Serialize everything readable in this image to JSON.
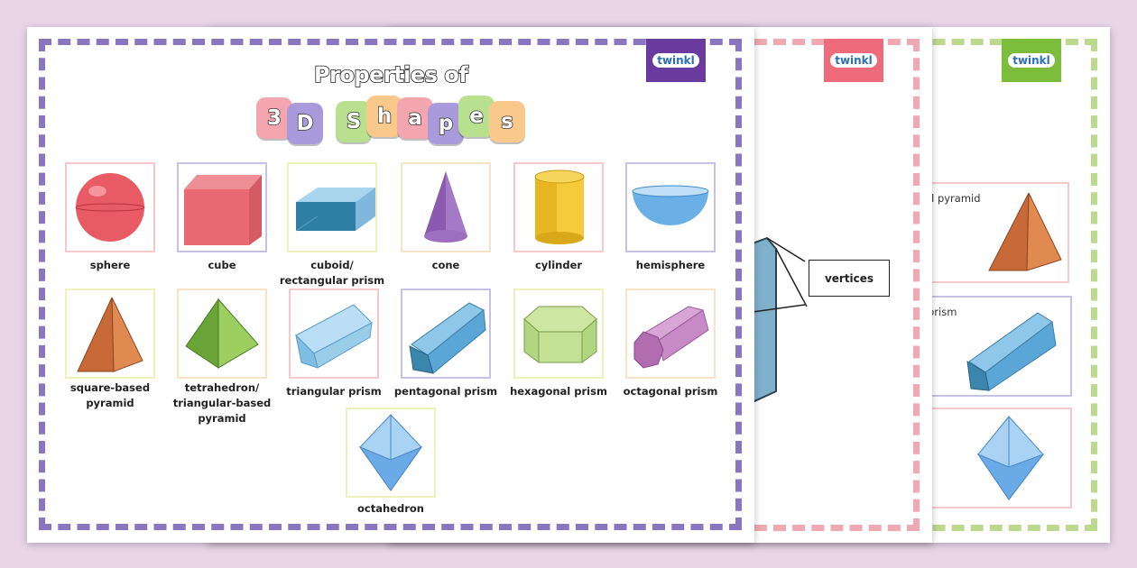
{
  "brand": {
    "logo_text": "twinkl",
    "colors": {
      "sheet1": "#6a3a9e",
      "sheet2": "#ee6b7b",
      "sheet3": "#7cbe3c"
    }
  },
  "sheet1": {
    "title_line1": "Properties of",
    "title_letters": [
      "3",
      "D",
      "S",
      "h",
      "a",
      "p",
      "e",
      "s"
    ],
    "shapes": [
      {
        "name": "sphere",
        "icon": "sphere-icon"
      },
      {
        "name": "cube",
        "icon": "cube-icon"
      },
      {
        "name": "cuboid/\nrectangular prism",
        "icon": "cuboid-icon"
      },
      {
        "name": "cone",
        "icon": "cone-icon"
      },
      {
        "name": "cylinder",
        "icon": "cylinder-icon"
      },
      {
        "name": "hemisphere",
        "icon": "hemisphere-icon"
      },
      {
        "name": "square-based\npyramid",
        "icon": "square-pyramid-icon"
      },
      {
        "name": "tetrahedron/\ntriangular-based\npyramid",
        "icon": "tetrahedron-icon"
      },
      {
        "name": "triangular prism",
        "icon": "triangular-prism-icon"
      },
      {
        "name": "pentagonal prism",
        "icon": "pentagonal-prism-icon"
      },
      {
        "name": "hexagonal prism",
        "icon": "hexagonal-prism-icon"
      },
      {
        "name": "octagonal prism",
        "icon": "octagonal-prism-icon"
      },
      {
        "name": "octahedron",
        "icon": "octahedron-icon"
      }
    ]
  },
  "sheet2": {
    "callout_label": "vertices"
  },
  "sheet3": {
    "partial_labels": [
      "d pyramid",
      "prism"
    ]
  }
}
